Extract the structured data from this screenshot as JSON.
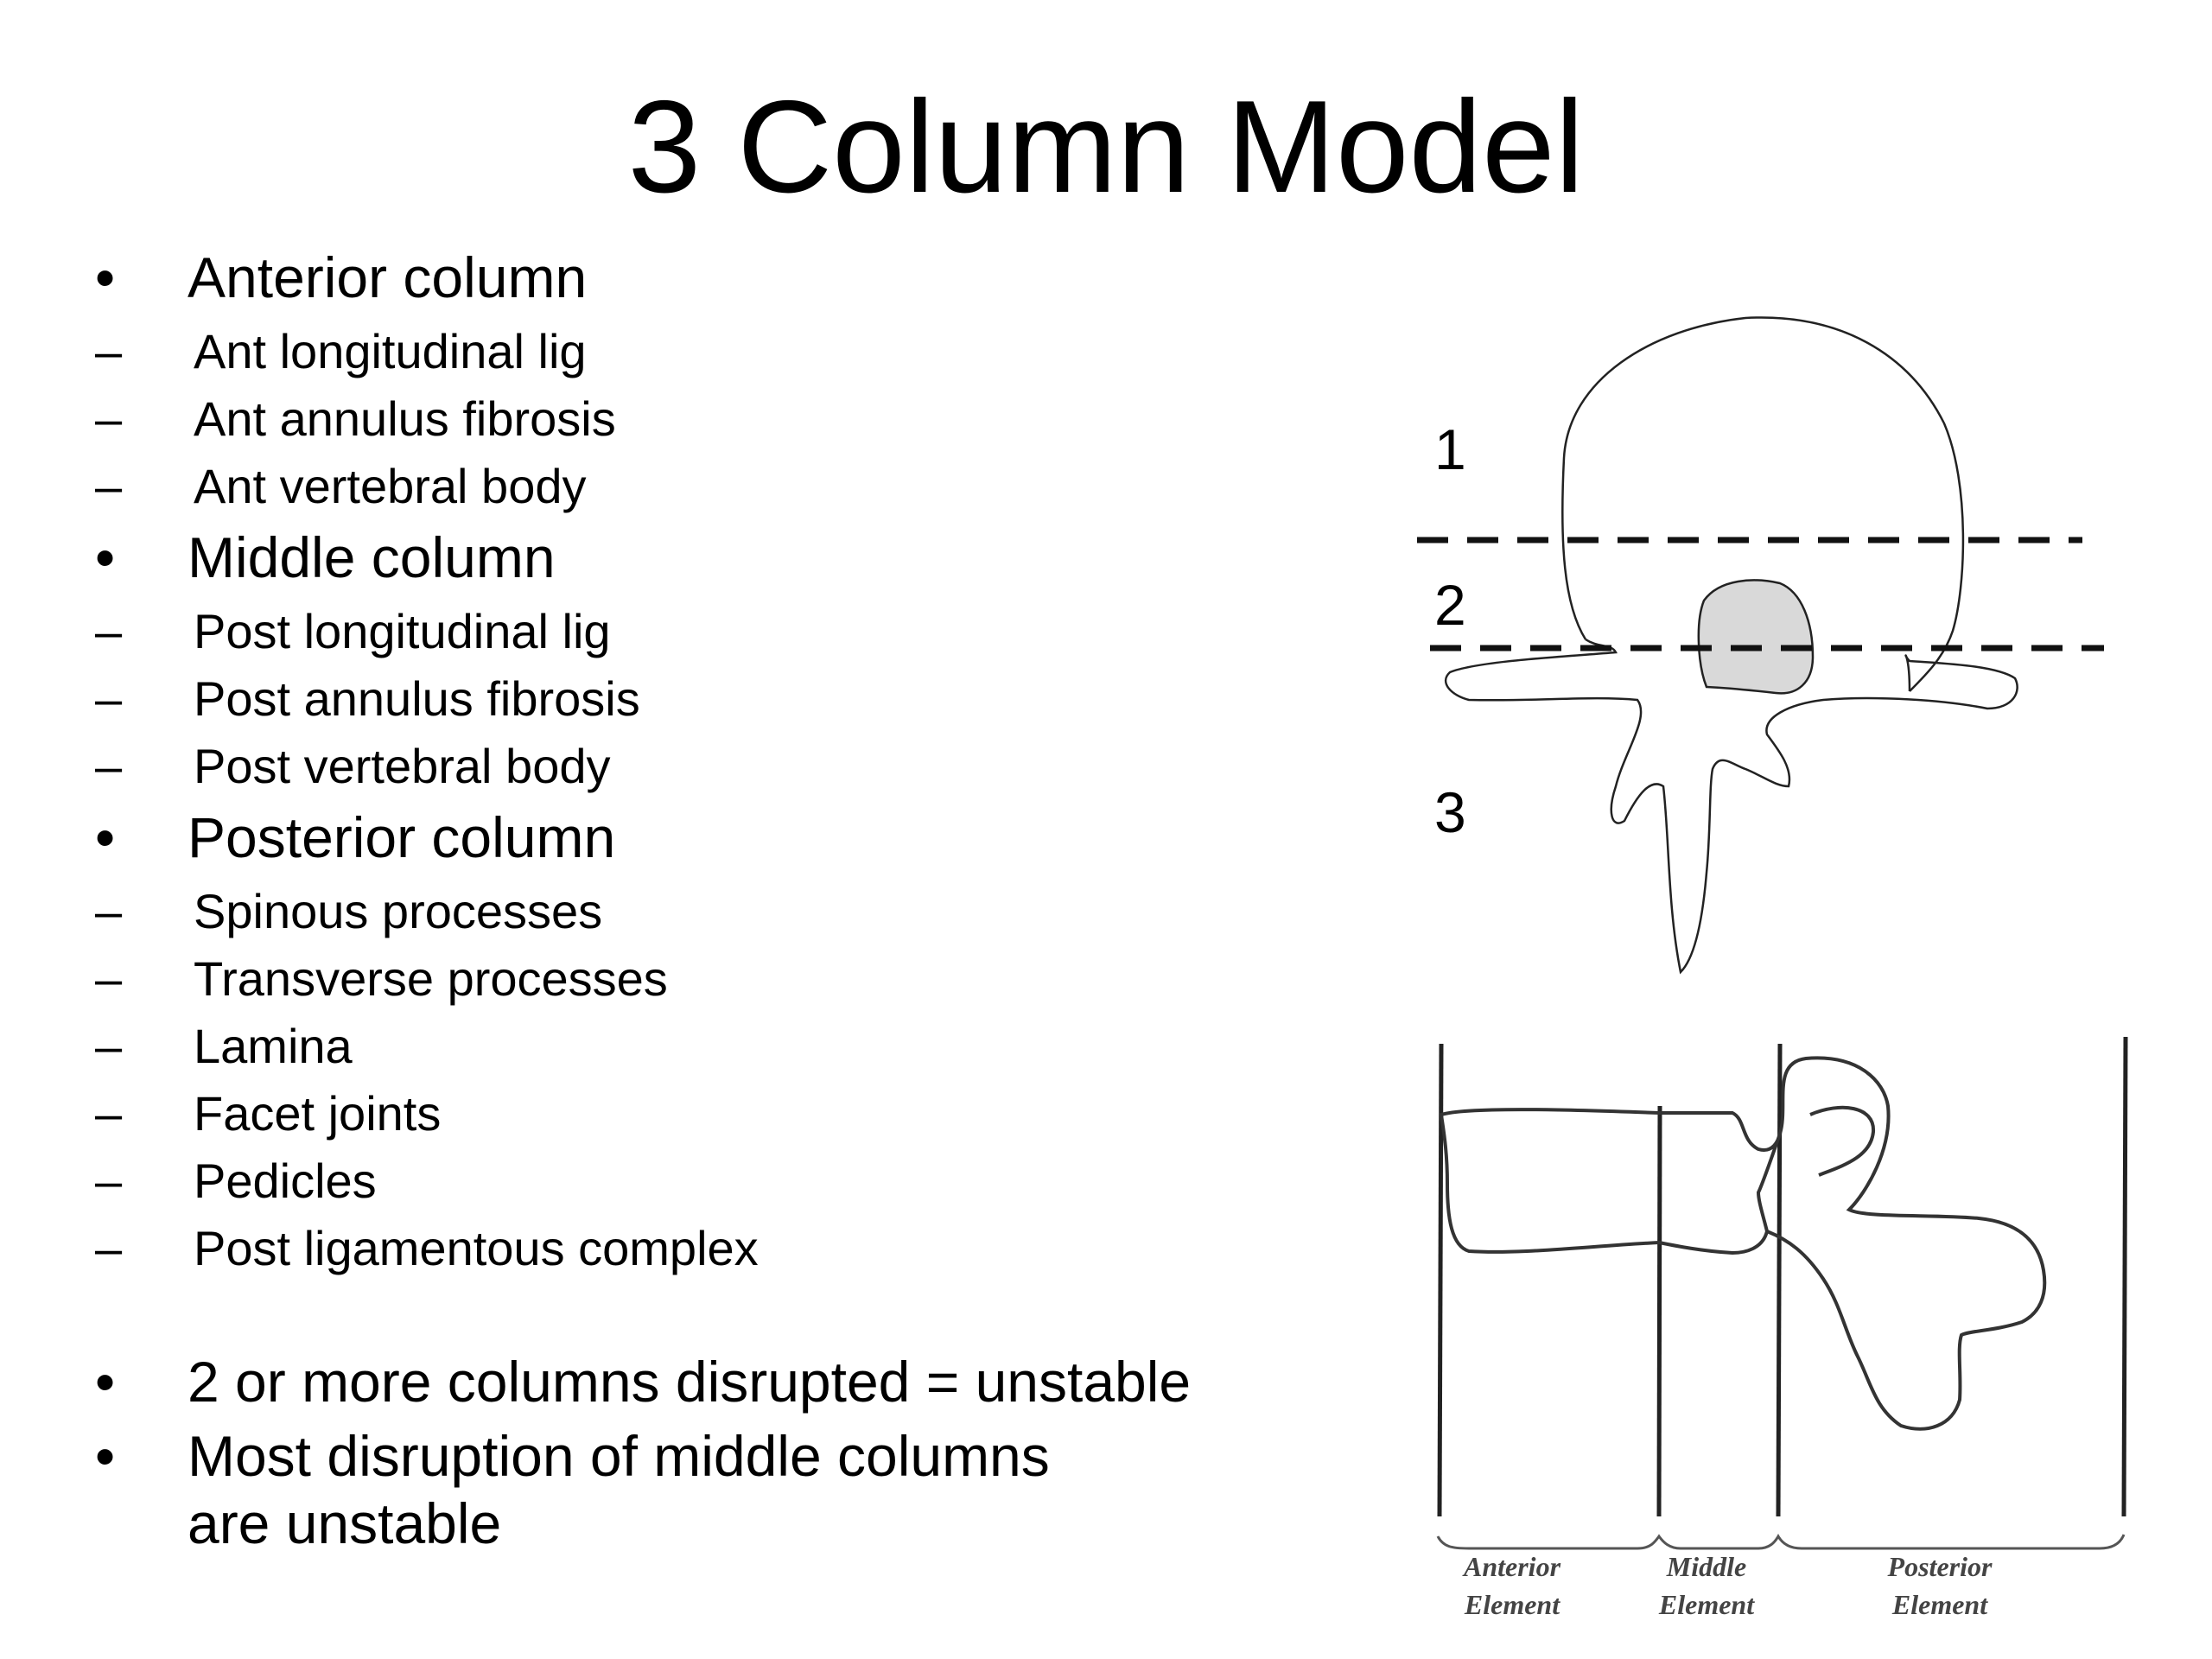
{
  "slide": {
    "title": "3 Column Model",
    "bullets": [
      {
        "text": "Anterior column",
        "subitems": [
          "Ant longitudinal lig",
          "Ant annulus fibrosis",
          "Ant vertebral body"
        ]
      },
      {
        "text": "Middle column",
        "subitems": [
          "Post longitudinal lig",
          "Post annulus fibrosis",
          "Post vertebral body"
        ]
      },
      {
        "text": "Posterior column",
        "subitems": [
          "Spinous processes",
          "Transverse processes",
          "Lamina",
          "Facet joints",
          "Pedicles",
          "Post ligamentous complex"
        ]
      }
    ],
    "conclusions": [
      "2 or more columns disrupted = unstable",
      "Most disruption of middle columns are unstable"
    ],
    "bullet_glyph": "•",
    "dash_glyph": "–"
  },
  "axial_diagram": {
    "labels": [
      "1",
      "2",
      "3"
    ],
    "canal_fill": "#d9d9d9"
  },
  "sagittal_diagram": {
    "elements": [
      {
        "line1": "Anterior",
        "line2": "Element"
      },
      {
        "line1": "Middle",
        "line2": "Element"
      },
      {
        "line1": "Posterior",
        "line2": "Element"
      }
    ]
  }
}
